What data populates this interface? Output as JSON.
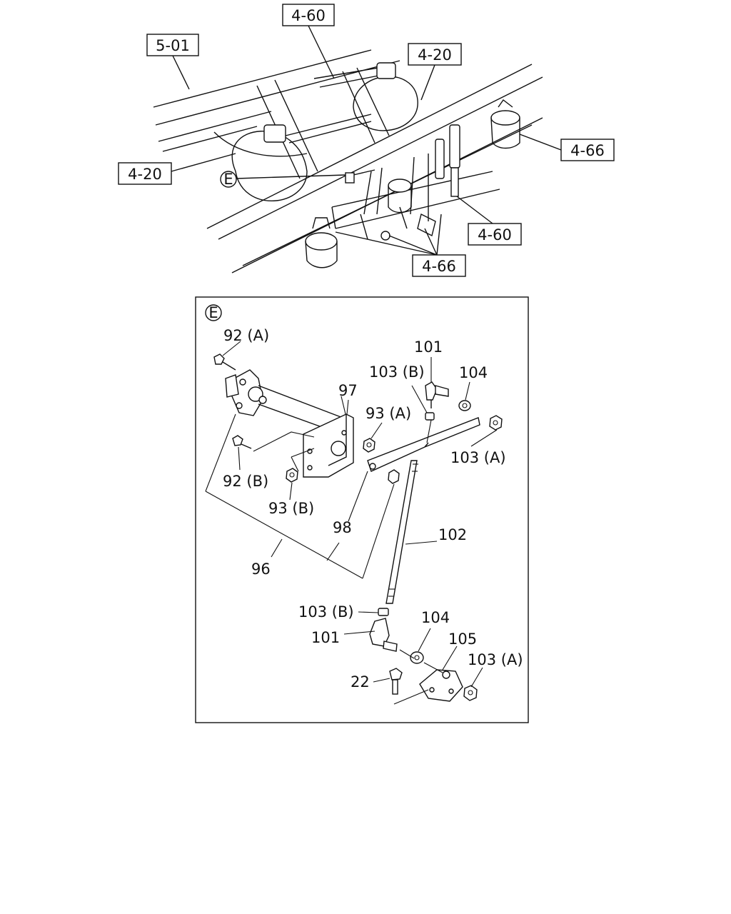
{
  "top_refs": {
    "ref_501": "5-01",
    "ref_460_top": "4-60",
    "ref_420_right": "4-20",
    "ref_466_right": "4-66",
    "ref_420_left": "4-20",
    "ref_460_right": "4-60",
    "ref_466_bottom": "4-66",
    "detail_callout": "E"
  },
  "detail": {
    "marker": "E",
    "labels": {
      "p92a": "92 (A)",
      "p101_top": "101",
      "p103b_top": "103 (B)",
      "p104_top": "104",
      "p97": "97",
      "p93a": "93 (A)",
      "p103a_top": "103 (A)",
      "p92b": "92 (B)",
      "p93b": "93 (B)",
      "p98": "98",
      "p102": "102",
      "p96": "96",
      "p103b_bottom": "103 (B)",
      "p104_bottom": "104",
      "p101_bottom": "101",
      "p105": "105",
      "p103a_bottom": "103 (A)",
      "p22": "22"
    }
  }
}
